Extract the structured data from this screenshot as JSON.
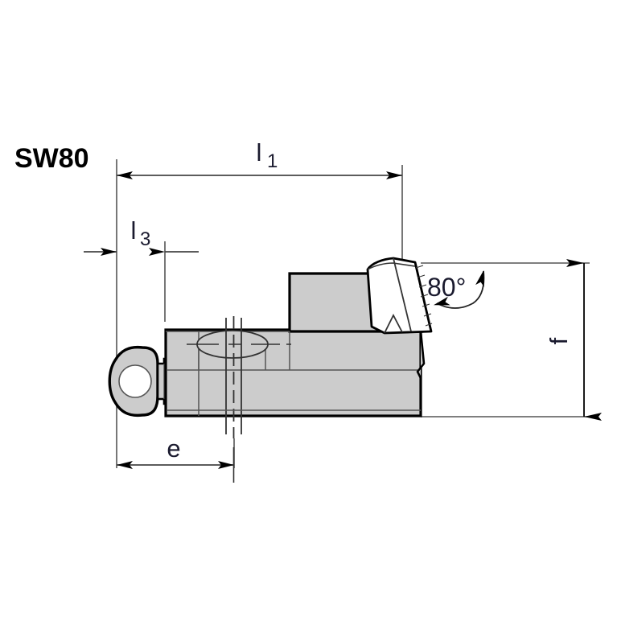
{
  "drawing": {
    "title_label": "SW80",
    "dimensions": {
      "l1": {
        "base": "l",
        "sub": "1"
      },
      "l3": {
        "base": "l",
        "sub": "3"
      },
      "e": {
        "base": "e",
        "sub": ""
      },
      "f": {
        "base": "f",
        "sub": ""
      }
    },
    "angle": {
      "value": "80",
      "unit": "°",
      "full": "80°"
    },
    "colors": {
      "body_fill": "#cccccc",
      "body_fill_light": "#d4d4d4",
      "insert_fill": "#ffffff",
      "outline": "#000000",
      "thin_line": "#555555",
      "text": "#1a1a2e",
      "background": "#ffffff"
    }
  }
}
